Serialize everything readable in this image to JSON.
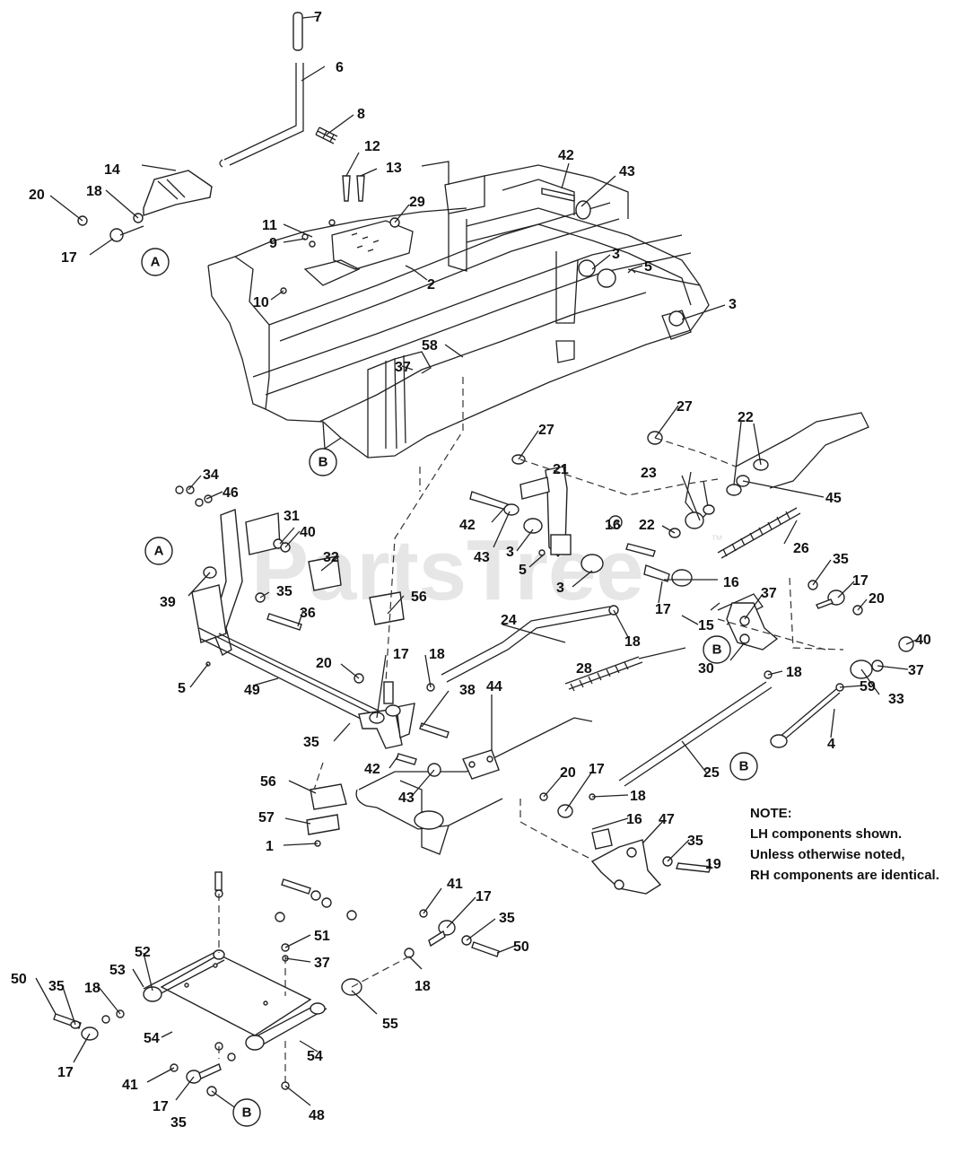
{
  "watermark": {
    "text": "PartsTree",
    "tm": "™"
  },
  "note": {
    "heading": "NOTE:",
    "lines": [
      "LH components shown.",
      "Unless otherwise noted,",
      "RH components are identical."
    ]
  },
  "refs": [
    "A",
    "A",
    "B",
    "B",
    "B",
    "B"
  ],
  "callouts": [
    {
      "text": "7"
    },
    {
      "text": "6"
    },
    {
      "text": "8"
    },
    {
      "text": "14"
    },
    {
      "text": "20"
    },
    {
      "text": "18"
    },
    {
      "text": "17"
    },
    {
      "text": "12"
    },
    {
      "text": "13"
    },
    {
      "text": "11"
    },
    {
      "text": "9"
    },
    {
      "text": "29"
    },
    {
      "text": "2"
    },
    {
      "text": "10"
    },
    {
      "text": "42"
    },
    {
      "text": "43"
    },
    {
      "text": "3"
    },
    {
      "text": "5"
    },
    {
      "text": "3"
    },
    {
      "text": "58"
    },
    {
      "text": "37"
    },
    {
      "text": "27"
    },
    {
      "text": "27"
    },
    {
      "text": "22"
    },
    {
      "text": "21"
    },
    {
      "text": "23"
    },
    {
      "text": "45"
    },
    {
      "text": "34"
    },
    {
      "text": "46"
    },
    {
      "text": "31"
    },
    {
      "text": "40"
    },
    {
      "text": "42"
    },
    {
      "text": "16"
    },
    {
      "text": "22"
    },
    {
      "text": "26"
    },
    {
      "text": "43"
    },
    {
      "text": "3"
    },
    {
      "text": "5"
    },
    {
      "text": "32"
    },
    {
      "text": "39"
    },
    {
      "text": "35"
    },
    {
      "text": "36"
    },
    {
      "text": "56"
    },
    {
      "text": "3"
    },
    {
      "text": "16"
    },
    {
      "text": "35"
    },
    {
      "text": "17"
    },
    {
      "text": "20"
    },
    {
      "text": "37"
    },
    {
      "text": "17"
    },
    {
      "text": "15"
    },
    {
      "text": "24"
    },
    {
      "text": "18"
    },
    {
      "text": "30"
    },
    {
      "text": "40"
    },
    {
      "text": "37"
    },
    {
      "text": "33"
    },
    {
      "text": "5"
    },
    {
      "text": "20"
    },
    {
      "text": "17"
    },
    {
      "text": "18"
    },
    {
      "text": "49"
    },
    {
      "text": "38"
    },
    {
      "text": "28"
    },
    {
      "text": "18"
    },
    {
      "text": "59"
    },
    {
      "text": "4"
    },
    {
      "text": "35"
    },
    {
      "text": "44"
    },
    {
      "text": "25"
    },
    {
      "text": "42"
    },
    {
      "text": "43"
    },
    {
      "text": "56"
    },
    {
      "text": "20"
    },
    {
      "text": "17"
    },
    {
      "text": "18"
    },
    {
      "text": "57"
    },
    {
      "text": "16"
    },
    {
      "text": "1"
    },
    {
      "text": "47"
    },
    {
      "text": "35"
    },
    {
      "text": "19"
    },
    {
      "text": "41"
    },
    {
      "text": "17"
    },
    {
      "text": "35"
    },
    {
      "text": "50"
    },
    {
      "text": "51"
    },
    {
      "text": "37"
    },
    {
      "text": "52"
    },
    {
      "text": "50"
    },
    {
      "text": "35"
    },
    {
      "text": "53"
    },
    {
      "text": "18"
    },
    {
      "text": "18"
    },
    {
      "text": "55"
    },
    {
      "text": "54"
    },
    {
      "text": "54"
    },
    {
      "text": "17"
    },
    {
      "text": "41"
    },
    {
      "text": "17"
    },
    {
      "text": "35"
    },
    {
      "text": "48"
    }
  ]
}
